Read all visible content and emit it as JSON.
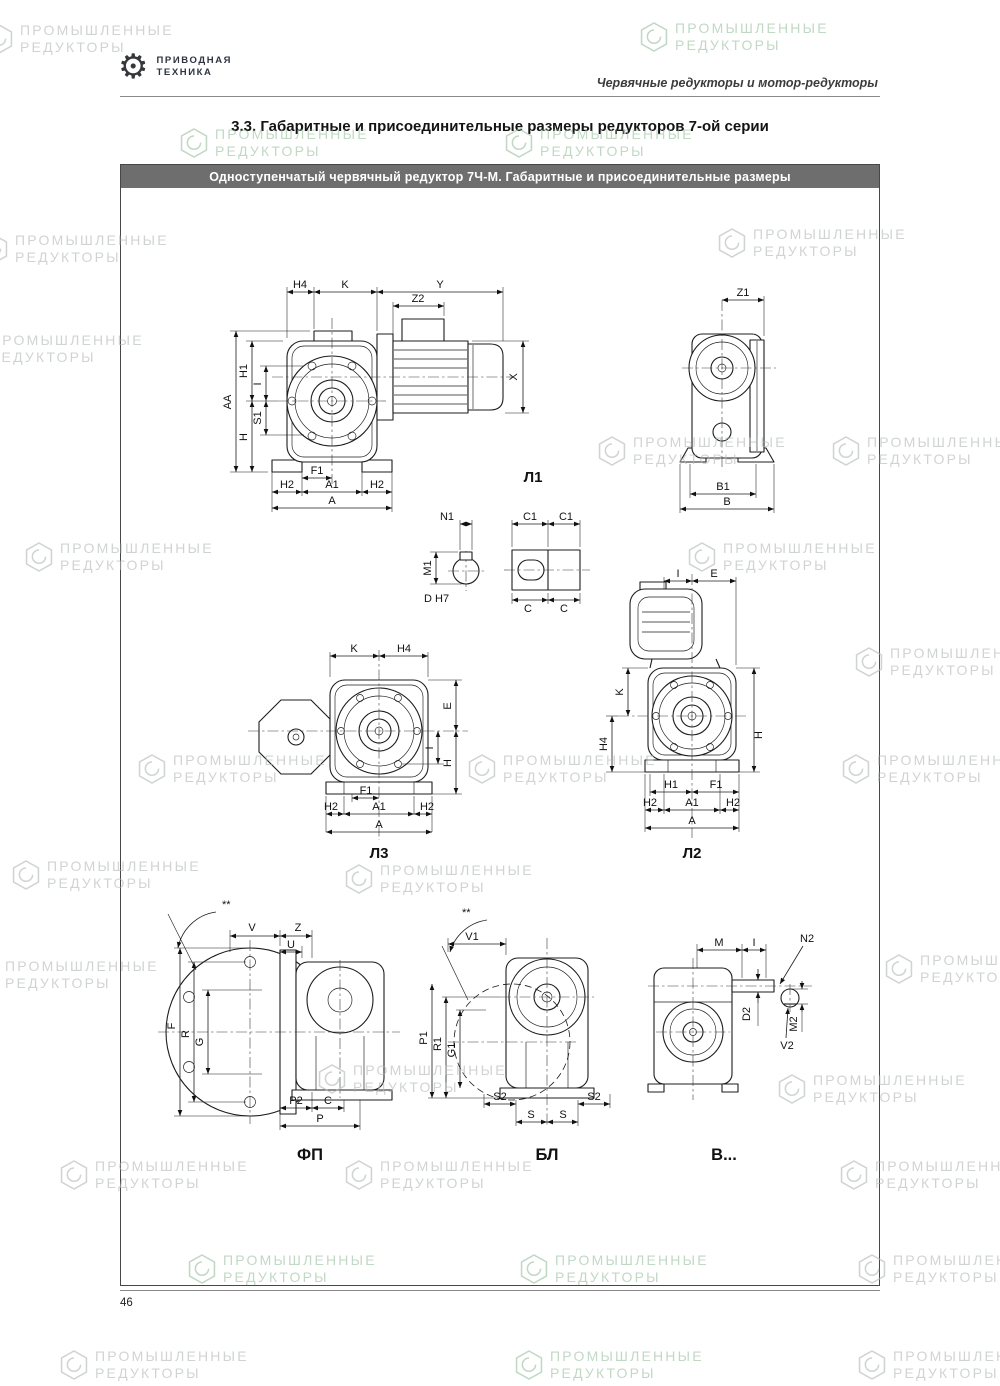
{
  "header": {
    "logo_line1": "ПРИВОДНАЯ",
    "logo_line2": "ТЕХНИКА",
    "tagline": "Червячные редукторы и мотор-редукторы"
  },
  "section_title": "3.3. Габаритные и присоединительные размеры редукторов 7-ой серии",
  "panel": {
    "title": "Одноступенчатый червячный редуктор 7Ч-М. Габаритные и присоединительные размеры"
  },
  "watermark": {
    "line1": "ПРОМЫШЛЕННЫЕ",
    "line2": "РЕДУКТОРЫ"
  },
  "footer": {
    "page_number": "46"
  },
  "colors": {
    "panel_header_bg": "#6e6e6e",
    "watermark_gray": "#b2b8b4",
    "watermark_green": "#8fb996",
    "line_color": "#1c1c1c"
  },
  "views": {
    "l1": {
      "label": "Л1",
      "dims": {
        "h4": "H4",
        "k": "K",
        "y": "Y",
        "z2": "Z2",
        "x": "X",
        "aa": "AA",
        "h1": "H1",
        "i": "I",
        "h": "H",
        "s1": "S1",
        "f1": "F1",
        "h2_left": "H2",
        "a1": "A1",
        "h2_right": "H2",
        "a": "A"
      }
    },
    "side": {
      "dims": {
        "z1": "Z1",
        "b1": "B1",
        "b": "B"
      }
    },
    "shaft": {
      "dims": {
        "n1": "N1",
        "m1": "M1",
        "d": "D H7",
        "c1_left": "C1",
        "c1_right": "C1",
        "c_left": "C",
        "c_right": "C"
      }
    },
    "l3": {
      "label": "Л3",
      "dims": {
        "k": "K",
        "h4": "H4",
        "e": "E",
        "i": "I",
        "h": "H",
        "f1": "F1",
        "h2_left": "H2",
        "a1": "A1",
        "h2_right": "H2",
        "a": "A"
      }
    },
    "l2": {
      "label": "Л2",
      "dims": {
        "i": "I",
        "e": "E",
        "k": "K",
        "h4": "H4",
        "h": "H",
        "h1": "H1",
        "f1": "F1",
        "h2_left": "H2",
        "a1": "A1",
        "h2_right": "H2",
        "a": "A"
      }
    },
    "fp": {
      "label": "ФП",
      "dims": {
        "stars": "**",
        "v": "V",
        "z": "Z",
        "u": "U",
        "f": "F",
        "r": "R",
        "g": "G",
        "p2": "P2",
        "c": "C",
        "p": "P"
      }
    },
    "bl": {
      "label": "БЛ",
      "dims": {
        "stars": "**",
        "v1": "V1",
        "p1": "P1",
        "r1": "R1",
        "g1": "G1",
        "s2_left": "S2",
        "s2_right": "S2",
        "s_left": "S",
        "s_right": "S"
      }
    },
    "b_dots": {
      "label": "В...",
      "dims": {
        "m": "M",
        "i": "I",
        "n2": "N2",
        "d2": "D2",
        "m2": "M2",
        "v2": "V2"
      }
    }
  }
}
